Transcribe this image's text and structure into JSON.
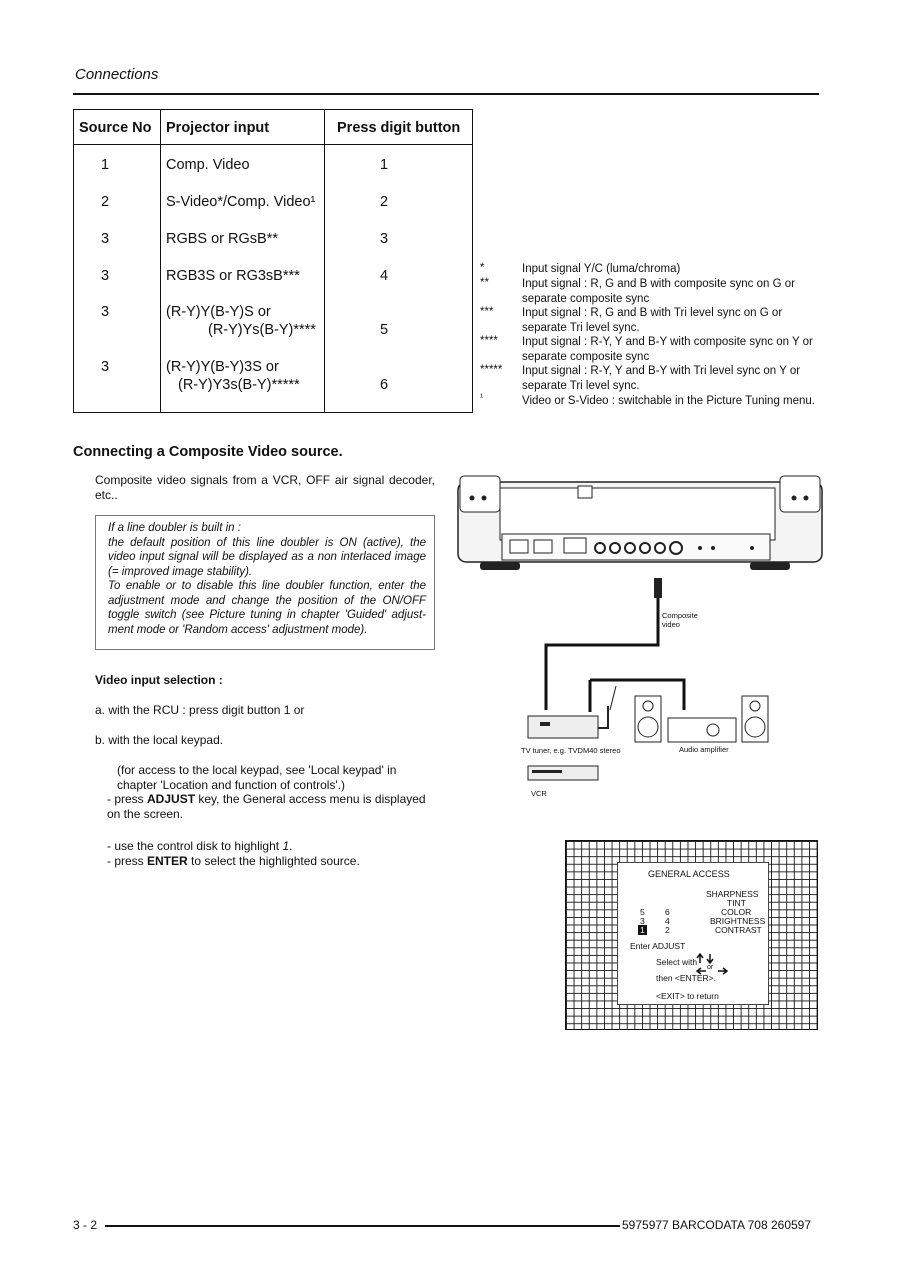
{
  "header": {
    "title": "Connections"
  },
  "table": {
    "headers": [
      "Source No",
      "Projector input",
      "Press digit button"
    ],
    "rows": [
      {
        "source": "1",
        "input_lines": [
          "Comp. Video"
        ],
        "digit": "1"
      },
      {
        "source": "2",
        "input_lines": [
          "S-Video*/Comp. Video¹"
        ],
        "digit": "2"
      },
      {
        "source": "3",
        "input_lines": [
          "RGBS or RGsB**"
        ],
        "digit": "3"
      },
      {
        "source": "3",
        "input_lines": [
          "RGB3S or RG3sB***"
        ],
        "digit": "4"
      },
      {
        "source": "3",
        "input_lines": [
          "(R-Y)Y(B-Y)S or",
          "(R-Y)Ys(B-Y)****"
        ],
        "digit": "5"
      },
      {
        "source": "3",
        "input_lines": [
          "(R-Y)Y(B-Y)3S or",
          "(R-Y)Y3s(B-Y)*****"
        ],
        "digit": "6"
      }
    ]
  },
  "footnotes": [
    {
      "mark": "*",
      "text": "Input signal Y/C (luma/chroma)"
    },
    {
      "mark": "**",
      "text": "Input signal : R, G and B with composite sync on G or separate composite sync"
    },
    {
      "mark": "***",
      "text": "Input signal : R, G and B with Tri level sync on G or separate Tri level sync."
    },
    {
      "mark": "****",
      "text": "Input signal : R-Y, Y and B-Y with composite sync on Y or separate composite sync"
    },
    {
      "mark": "*****",
      "text": "Input signal : R-Y, Y and B-Y with Tri level sync on Y or separate Tri level sync."
    },
    {
      "mark": "¹",
      "text": "Video or S-Video : switchable in the Picture Tuning menu."
    }
  ],
  "section": {
    "title": "Connecting a Composite Video source.",
    "intro": "Composite video signals from a VCR, OFF air signal decoder, etc..",
    "note": [
      "If a line doubler is built in :",
      "the default position of this line doubler is ON (active), the video input signal will be displayed as a non interlaced image (= improved image stability).",
      "To enable or to disable this line doubler function, enter the adjustment mode and change the position of the ON/OFF toggle switch (see Picture tuning in chapter 'Guided' adjust-ment mode or 'Random access' adjustment mode)."
    ],
    "selection_title": "Video input selection :",
    "step_a": "a. with the RCU : press digit button 1 or",
    "step_b": "b. with the local keypad.",
    "keypad_note": "(for access to the local keypad, see 'Local keypad' in chapter 'Location and function of controls'.)",
    "press_prefix": "- press ",
    "adjust_key": "ADJUST",
    "press_adjust_suffix": " key, the General access menu is displayed on the screen.",
    "use_disk_prefix": "- use the control disk to highlight ",
    "use_disk_value": "1",
    "use_disk_suffix": ".",
    "enter_key": "ENTER",
    "press_enter_suffix": " to select the highlighted source."
  },
  "diagram": {
    "composite_label": "Composite video",
    "tv_tuner_label": "TV tuner, e.g. TVDM40 stereo",
    "amp_label": "Audio amplifier",
    "vcr_label": "VCR"
  },
  "menu": {
    "title": "GENERAL ACCESS",
    "items": [
      "SHARPNESS",
      "TINT",
      "COLOR",
      "BRIGHTNESS",
      "CONTRAST"
    ],
    "numbers_left": [
      "5",
      "3",
      "1"
    ],
    "numbers_right": [
      "6",
      "4",
      "2"
    ],
    "enter_adjust": "Enter ADJUST",
    "select_with": "Select with",
    "or": "or",
    "then_enter": "then <ENTER>.",
    "exit": "<EXIT> to return"
  },
  "footer": {
    "page": "3 - 2",
    "doc": "5975977 BARCODATA 708 260597"
  }
}
